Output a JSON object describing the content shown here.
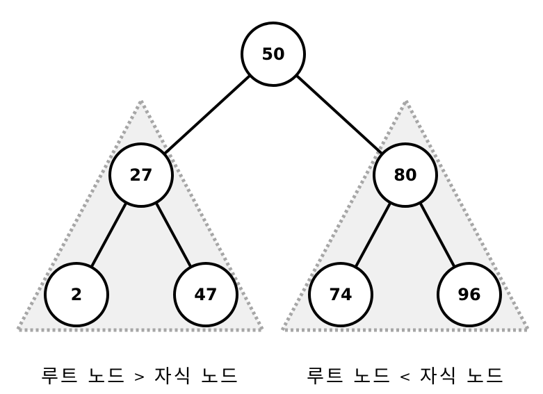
{
  "tree": {
    "nodes": [
      {
        "id": "root",
        "value": "50"
      },
      {
        "id": "left",
        "value": "27"
      },
      {
        "id": "right",
        "value": "80"
      },
      {
        "id": "left-left",
        "value": "2"
      },
      {
        "id": "left-right",
        "value": "47"
      },
      {
        "id": "right-left",
        "value": "74"
      },
      {
        "id": "right-right",
        "value": "96"
      }
    ],
    "edges": [
      [
        "root",
        "left"
      ],
      [
        "root",
        "right"
      ],
      [
        "left",
        "left-left"
      ],
      [
        "left",
        "left-right"
      ],
      [
        "right",
        "right-left"
      ],
      [
        "right",
        "right-right"
      ]
    ]
  },
  "captions": {
    "left": {
      "lhs": "루트 노드",
      "op": ">",
      "rhs": "자식 노드"
    },
    "right": {
      "lhs": "루트 노드",
      "op": "<",
      "rhs": "자식 노드"
    }
  },
  "colors": {
    "region_fill": "#f0f0f0",
    "region_border": "#a6a6a6",
    "line": "#000000",
    "node_fill": "#ffffff"
  }
}
